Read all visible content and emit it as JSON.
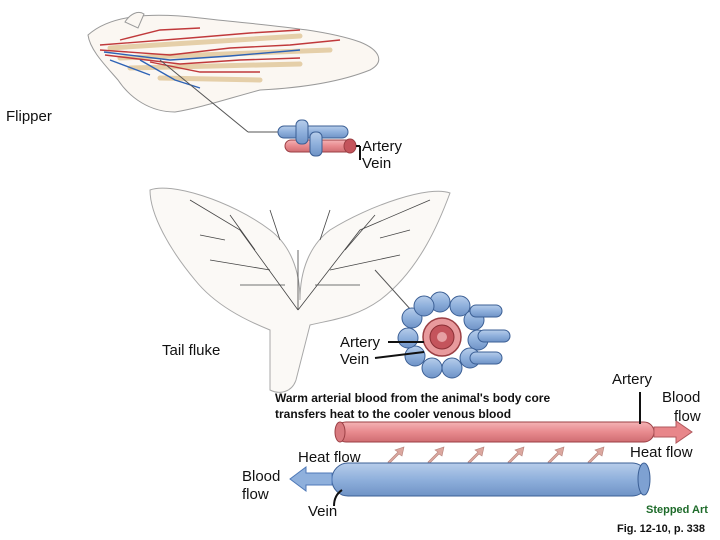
{
  "labels": {
    "flipper": "Flipper",
    "flipper_artery": "Artery",
    "flipper_vein": "Vein",
    "tail_fluke": "Tail fluke",
    "tail_artery": "Artery",
    "tail_vein": "Vein",
    "caption_line1": "Warm arterial blood from the animal's body core",
    "caption_line2": "transfers heat to the cooler venous blood",
    "right_artery": "Artery",
    "right_blood": "Blood",
    "right_flow": "flow",
    "right_heat_flow": "Heat flow",
    "left_heat_flow": "Heat flow",
    "left_blood": "Blood",
    "left_flow": "flow",
    "bottom_vein": "Vein",
    "stepped_art": "Stepped Art",
    "fig_ref": "Fig. 12-10, p. 338"
  },
  "colors": {
    "artery": "#e8868a",
    "artery_dark": "#c4545c",
    "vein": "#8fb0dc",
    "vein_dark": "#4f79b8",
    "heat_arrow": "#d9a29a",
    "green_text": "#1e6b2a"
  }
}
